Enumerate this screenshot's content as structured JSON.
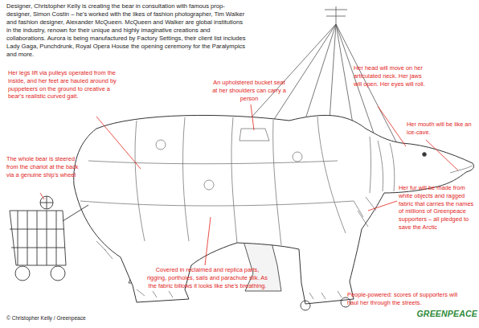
{
  "diagram": {
    "labels": [
      "Designer, Christopher Kelly is creating the bear in consultation with famous prop-designer, Simon Costin – he's worked with the likes of fashion photographer, Tim Walker and fashion designer, Alexander McQueen. McQueen and Walker are global institutions in the industry, renown for their unique and highly imaginative creations and collaborations. Aurora is being manufactured by Factory Settings, their client list includes Lady Gaga, Punchdrunk, Royal Opera House the opening ceremony for the Paralympics and more.",
      "An upholstered bucket seat at her shoulders can carry a person",
      "Her head will move on her articulated neck. Her jaws will open. Her eyes will roll.",
      "Her mouth will be like an ice-cave.",
      "Her legs lift via pulleys operated from the inside, and her feet are hauled around by puppeteers on the ground to creative a bear's realistic curved gait.",
      "The whole bear is steered from the chariot at the back via a genuine ship's wheel",
      "Her fur will be made from white objects and ragged fabric that carries the names of millions of Greenpeace supporters – all pledged to save the Arctic",
      "Covered in reclaimed and replica parts, rigging, portholes, sails and parachute silk. As the fabric billows it looks like she's breathing.",
      "People-powered: scores of supporters will haul her through the streets.",
      "© Christopher Kelly / Greenpeace",
      "GREENPEACE"
    ]
  }
}
